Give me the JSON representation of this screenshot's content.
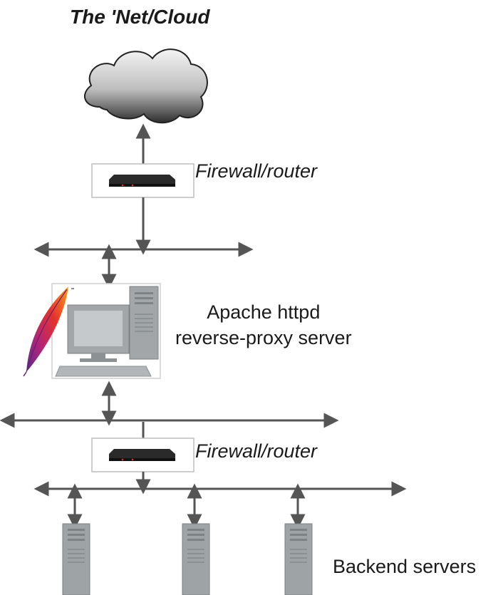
{
  "title": "The 'Net/Cloud",
  "firewall_top": {
    "label": "Firewall/router"
  },
  "proxy": {
    "line1": "Apache httpd",
    "line2": "reverse-proxy server"
  },
  "firewall_bottom": {
    "label": "Firewall/router"
  },
  "backend": {
    "label": "Backend servers",
    "count": 3
  },
  "colors": {
    "line": "#555555",
    "server": "#9ea3a6",
    "router": "#2a2a2a",
    "cloud_dark": "#3a3a3a",
    "cloud_light": "#f2f2f2"
  }
}
